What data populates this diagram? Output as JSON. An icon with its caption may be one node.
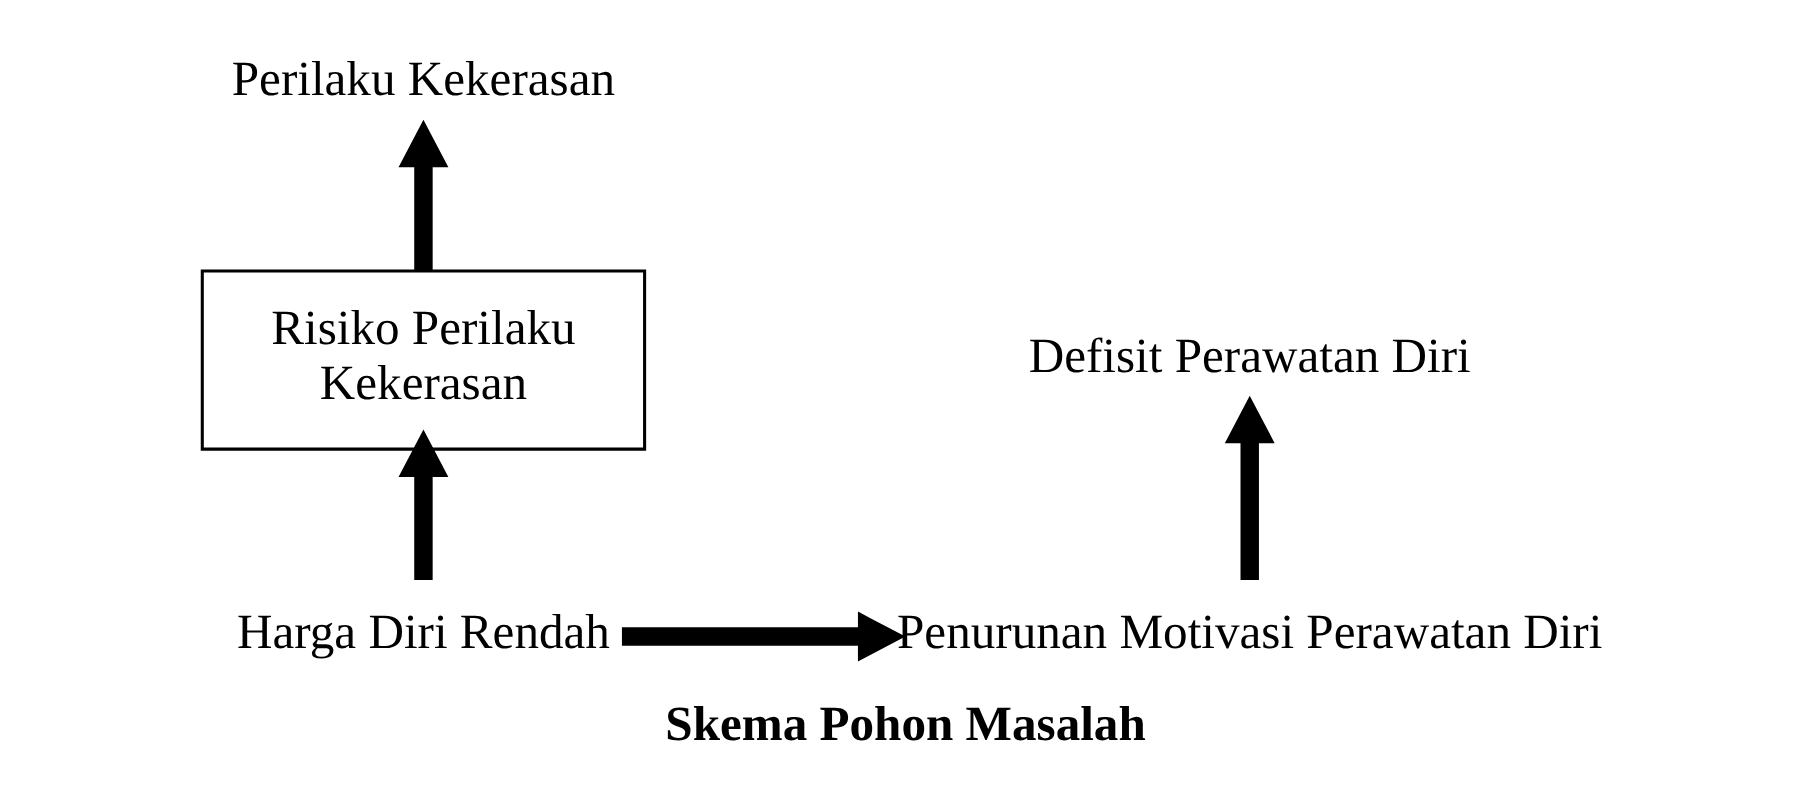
{
  "diagram": {
    "caption": "Skema Pohon Masalah",
    "nodes": [
      {
        "text": [
          "Perilaku Kekerasan"
        ]
      },
      {
        "text": [
          "Risiko Perilaku Kekerasan"
        ]
      },
      {
        "text": [
          "Harga Diri Rendah"
        ]
      },
      {
        "text": [
          "Defisit Perawatan Diri"
        ]
      },
      {
        "text": [
          "Penurunan Motivasi Perawatan Diri"
        ]
      }
    ],
    "edges": [
      {
        "from": 1,
        "to": 0,
        "arrow": "to"
      },
      {
        "from": 2,
        "to": 1,
        "arrow": "to"
      },
      {
        "from": 2,
        "to": 4,
        "arrow": "to"
      },
      {
        "from": 4,
        "to": 3,
        "arrow": "to"
      }
    ]
  }
}
